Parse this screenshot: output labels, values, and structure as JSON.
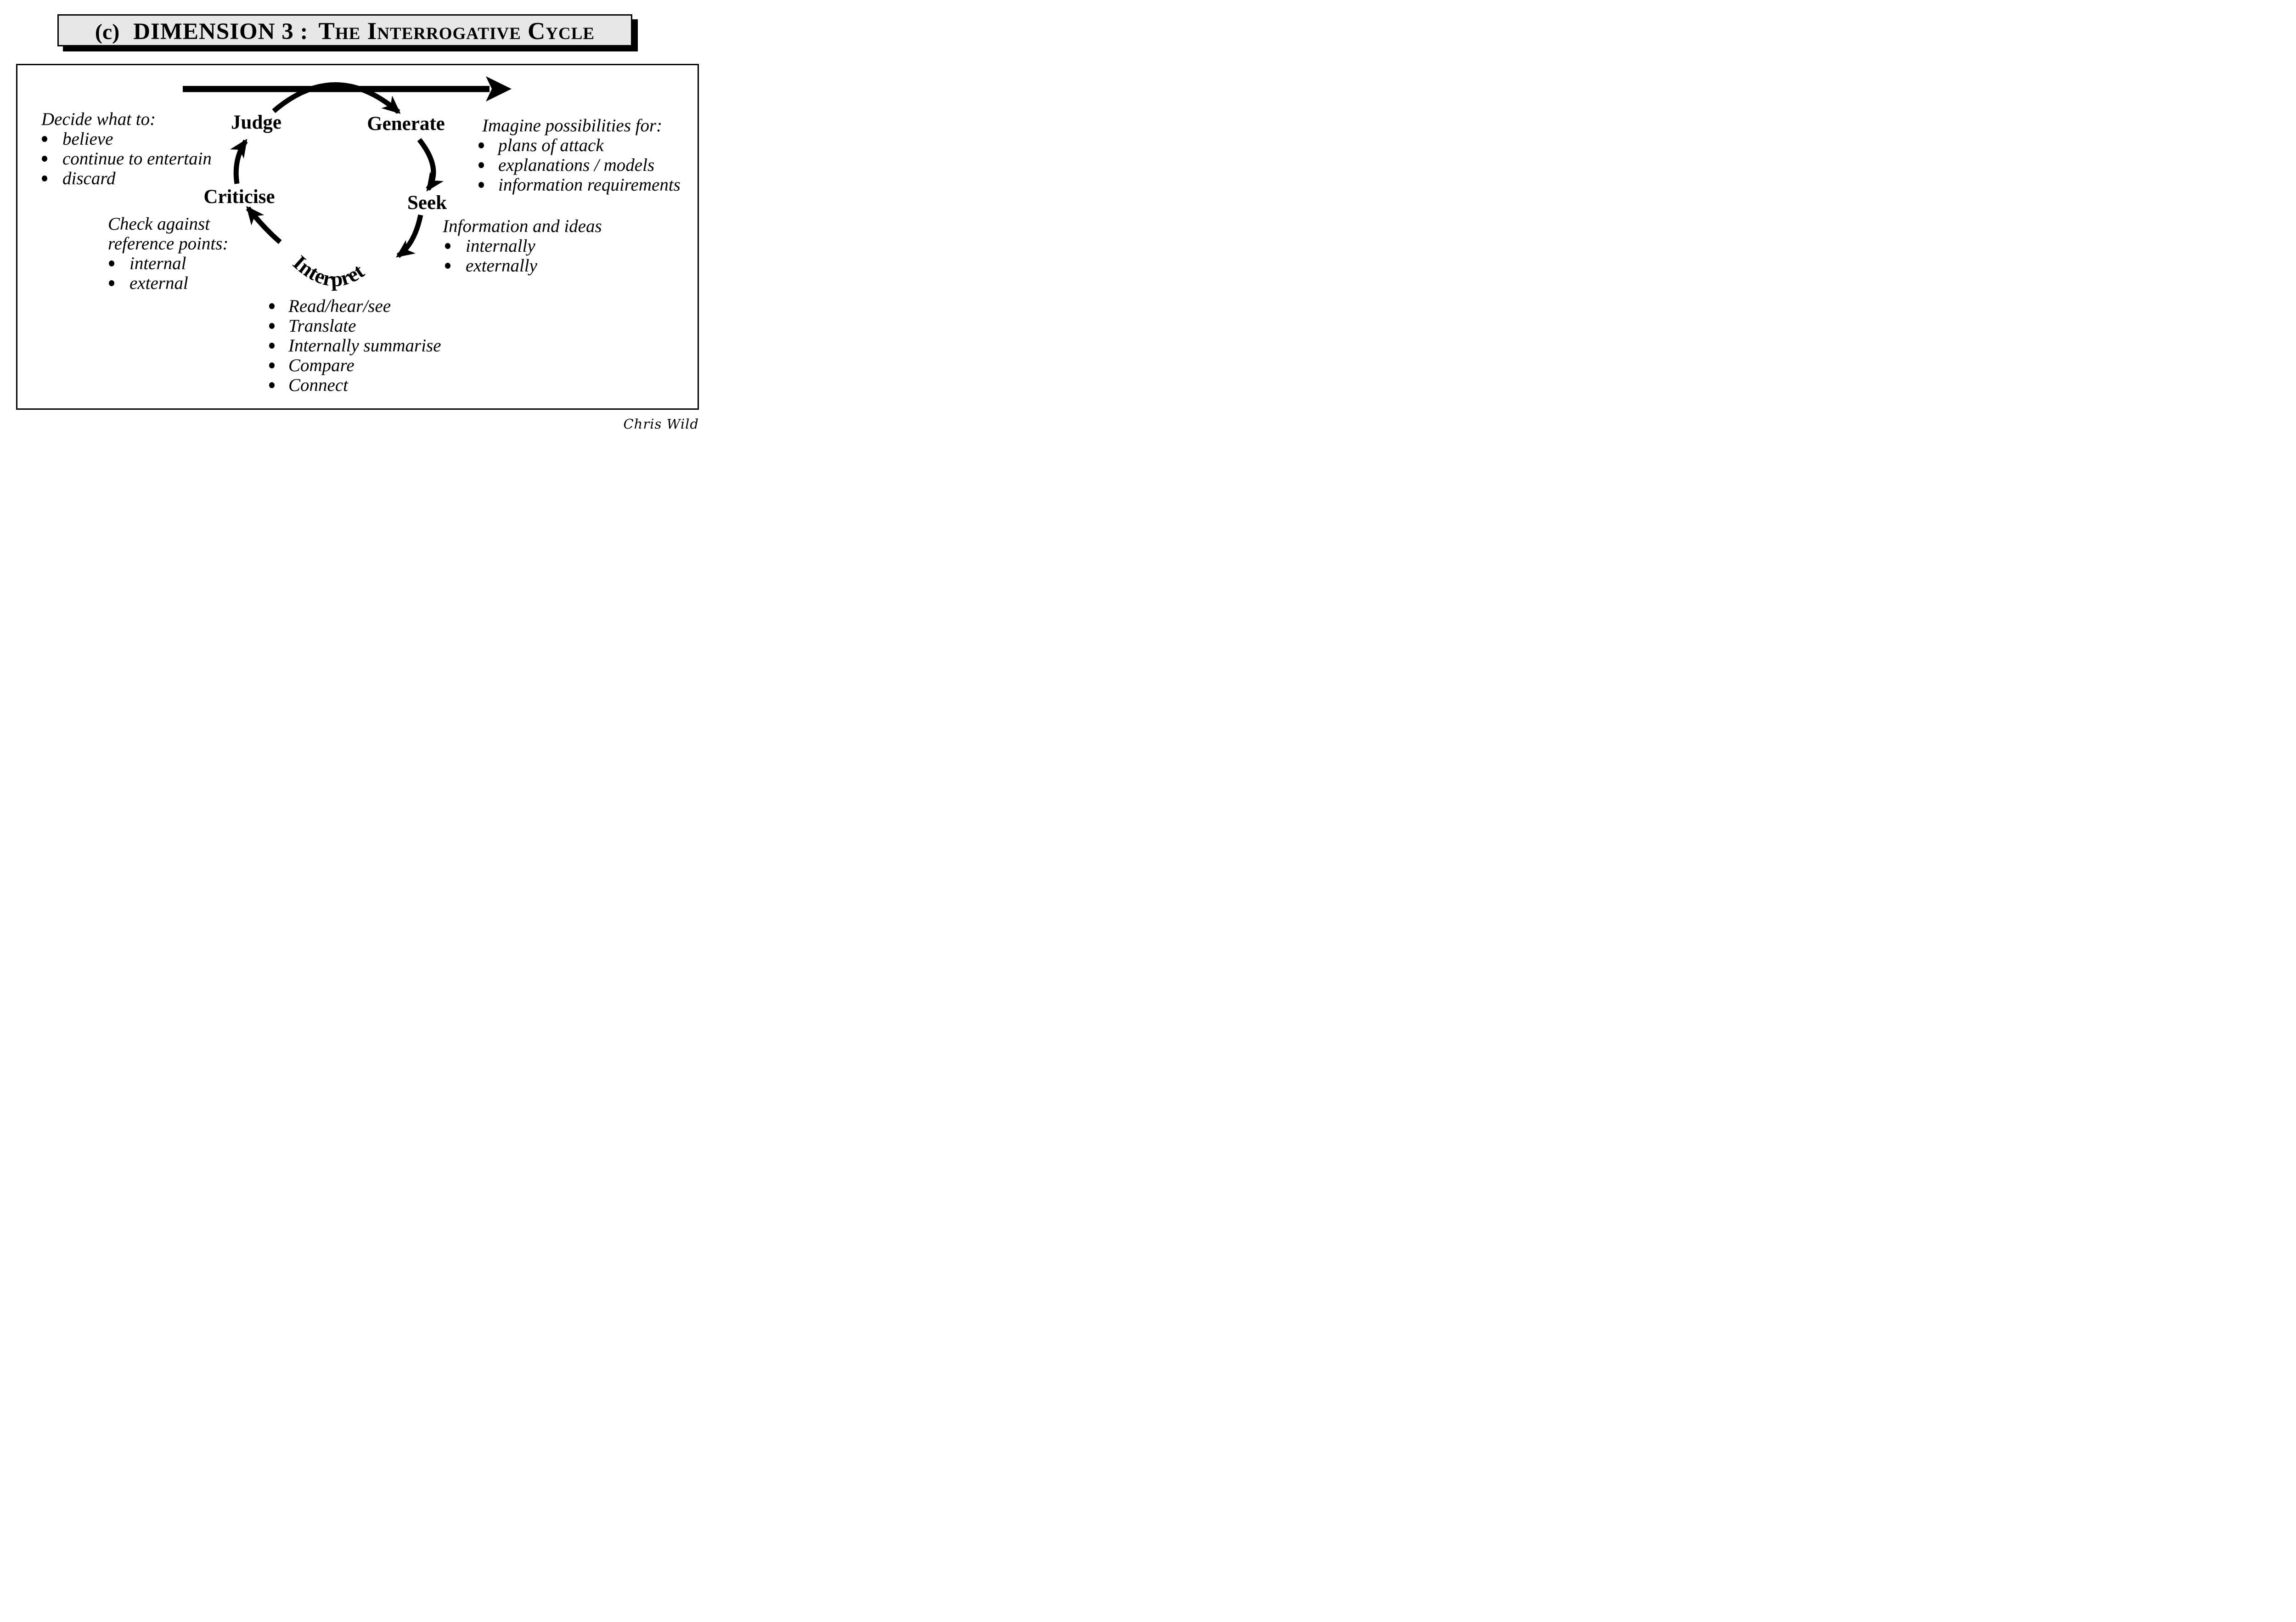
{
  "header": {
    "prefix": "(c)",
    "title": "DIMENSION 3 :",
    "subject": "The Interrogative Cycle"
  },
  "signature": "Chris Wild",
  "diagram": {
    "nodes": [
      {
        "id": "judge",
        "label": "Judge"
      },
      {
        "id": "generate",
        "label": "Generate"
      },
      {
        "id": "seek",
        "label": "Seek"
      },
      {
        "id": "interpret",
        "label": "Interpret"
      },
      {
        "id": "criticise",
        "label": "Criticise"
      }
    ],
    "flows": [
      "Judge to Generate",
      "Generate to Seek",
      "Seek to Interpret",
      "Interpret to Criticise",
      "Criticise to Judge"
    ],
    "annotations": [
      {
        "for": "judge",
        "heading_lines": [
          "Decide what to:"
        ],
        "bullets": [
          "believe",
          "continue to entertain",
          "discard"
        ]
      },
      {
        "for": "generate",
        "heading_lines": [
          "Imagine possibilities for:"
        ],
        "bullets": [
          "plans of attack",
          "explanations / models",
          "information requirements"
        ]
      },
      {
        "for": "seek",
        "heading_lines": [
          "Information and ideas"
        ],
        "bullets": [
          "internally",
          "externally"
        ]
      },
      {
        "for": "interpret",
        "heading_lines": [],
        "bullets": [
          "Read/hear/see",
          "Translate",
          "Internally summarise",
          "Compare",
          "Connect"
        ]
      },
      {
        "for": "criticise",
        "heading_lines": [
          "Check against",
          "reference points:"
        ],
        "bullets": [
          "internal",
          "external"
        ]
      }
    ]
  },
  "colors": {
    "ink": "#000000",
    "title_bg": "#e7e7e7",
    "paper": "#ffffff"
  }
}
